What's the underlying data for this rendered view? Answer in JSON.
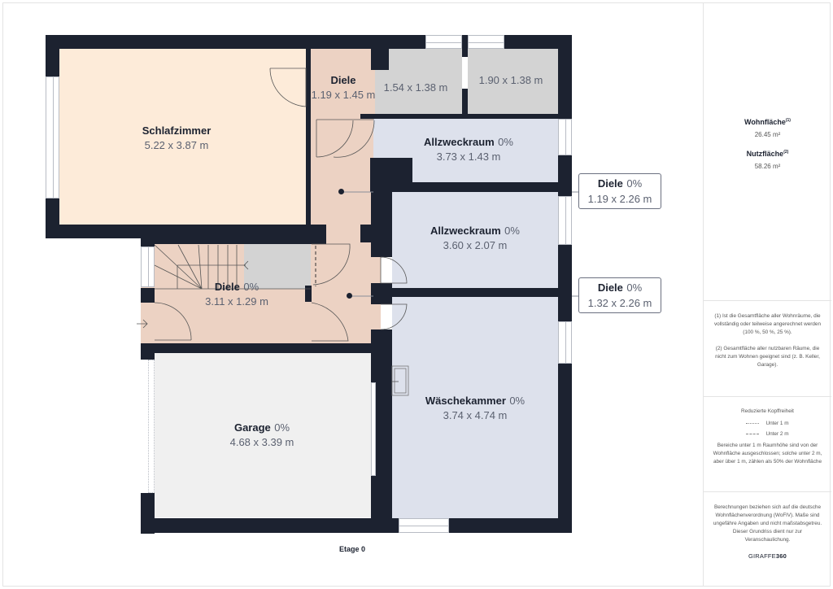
{
  "plan": {
    "floor_label": "Etage 0",
    "rooms": [
      {
        "name": "Schlafzimmer",
        "pct": "",
        "dim": "5.22 x 3.87 m",
        "color": "#fdebd9"
      },
      {
        "name": "Diele",
        "pct": "",
        "dim": "1.19 x 1.45 m",
        "color": "#ecd2c3"
      },
      {
        "name": "",
        "pct": "",
        "dim": "1.54 x 1.38 m",
        "color": "#d3d3d3"
      },
      {
        "name": "",
        "pct": "",
        "dim": "1.90 x 1.38 m",
        "color": "#d3d3d3"
      },
      {
        "name": "Allzweckraum",
        "pct": "0%",
        "dim": "3.73 x 1.43 m",
        "color": "#dde1ec"
      },
      {
        "name": "Allzweckraum",
        "pct": "0%",
        "dim": "3.60 x 2.07 m",
        "color": "#dde1ec"
      },
      {
        "name": "Diele",
        "pct": "0%",
        "dim": "3.11 x 1.29 m",
        "color": "#ecd2c3"
      },
      {
        "name": "Garage",
        "pct": "0%",
        "dim": "4.68 x 3.39 m",
        "color": "#f0f0f0"
      },
      {
        "name": "Wäschekammer",
        "pct": "0%",
        "dim": "3.74 x 4.74 m",
        "color": "#dde1ec"
      }
    ],
    "callouts": [
      {
        "name": "Diele",
        "pct": "0%",
        "dim": "1.19 x 2.26 m"
      },
      {
        "name": "Diele",
        "pct": "0%",
        "dim": "1.32 x 2.26 m"
      }
    ],
    "colors": {
      "wall": "#1c2230",
      "hall": "#ecd2c3",
      "bedroom": "#fdebd9",
      "utility": "#dde1ec",
      "storage": "#d3d3d3",
      "garage": "#f0f0f0"
    }
  },
  "sidebar": {
    "wohnflaeche_label": "Wohnfläche",
    "wohnflaeche_sup": "(1)",
    "wohnflaeche_value": "26.45 m²",
    "nutzflaeche_label": "Nutzfläche",
    "nutzflaeche_sup": "(2)",
    "nutzflaeche_value": "58.26 m²",
    "note1": "(1) Ist die Gesamtfläche aller Wohnräume, die vollständig oder teilweise angerechnet werden (100 %, 50 %, 25 %).",
    "note2": "(2) Gesamtfläche aller nutzbaren Räume, die nicht zum Wohnen geeignet sind (z. B. Keller, Garage).",
    "headroom_title": "Reduzierte Kopffreiheit",
    "legend_under1": "Unter 1 m",
    "legend_under2": "Unter 2 m",
    "headroom_note": "Bereiche unter 1 m Raumhöhe sind von der Wohnfläche ausgeschlossen; solche unter 2 m, aber über 1 m, zählen als 50% der Wohnfläche",
    "disclaimer": "Berechnungen beziehen sich auf die deutsche Wohnflächenverordnung (WoFlV). Maße sind ungefähre Angaben und nicht maßstabsgetreu. Dieser Grundriss dient nur zur Veranschaulichung.",
    "brand_light": "GIRAFFE",
    "brand_bold": "360"
  }
}
